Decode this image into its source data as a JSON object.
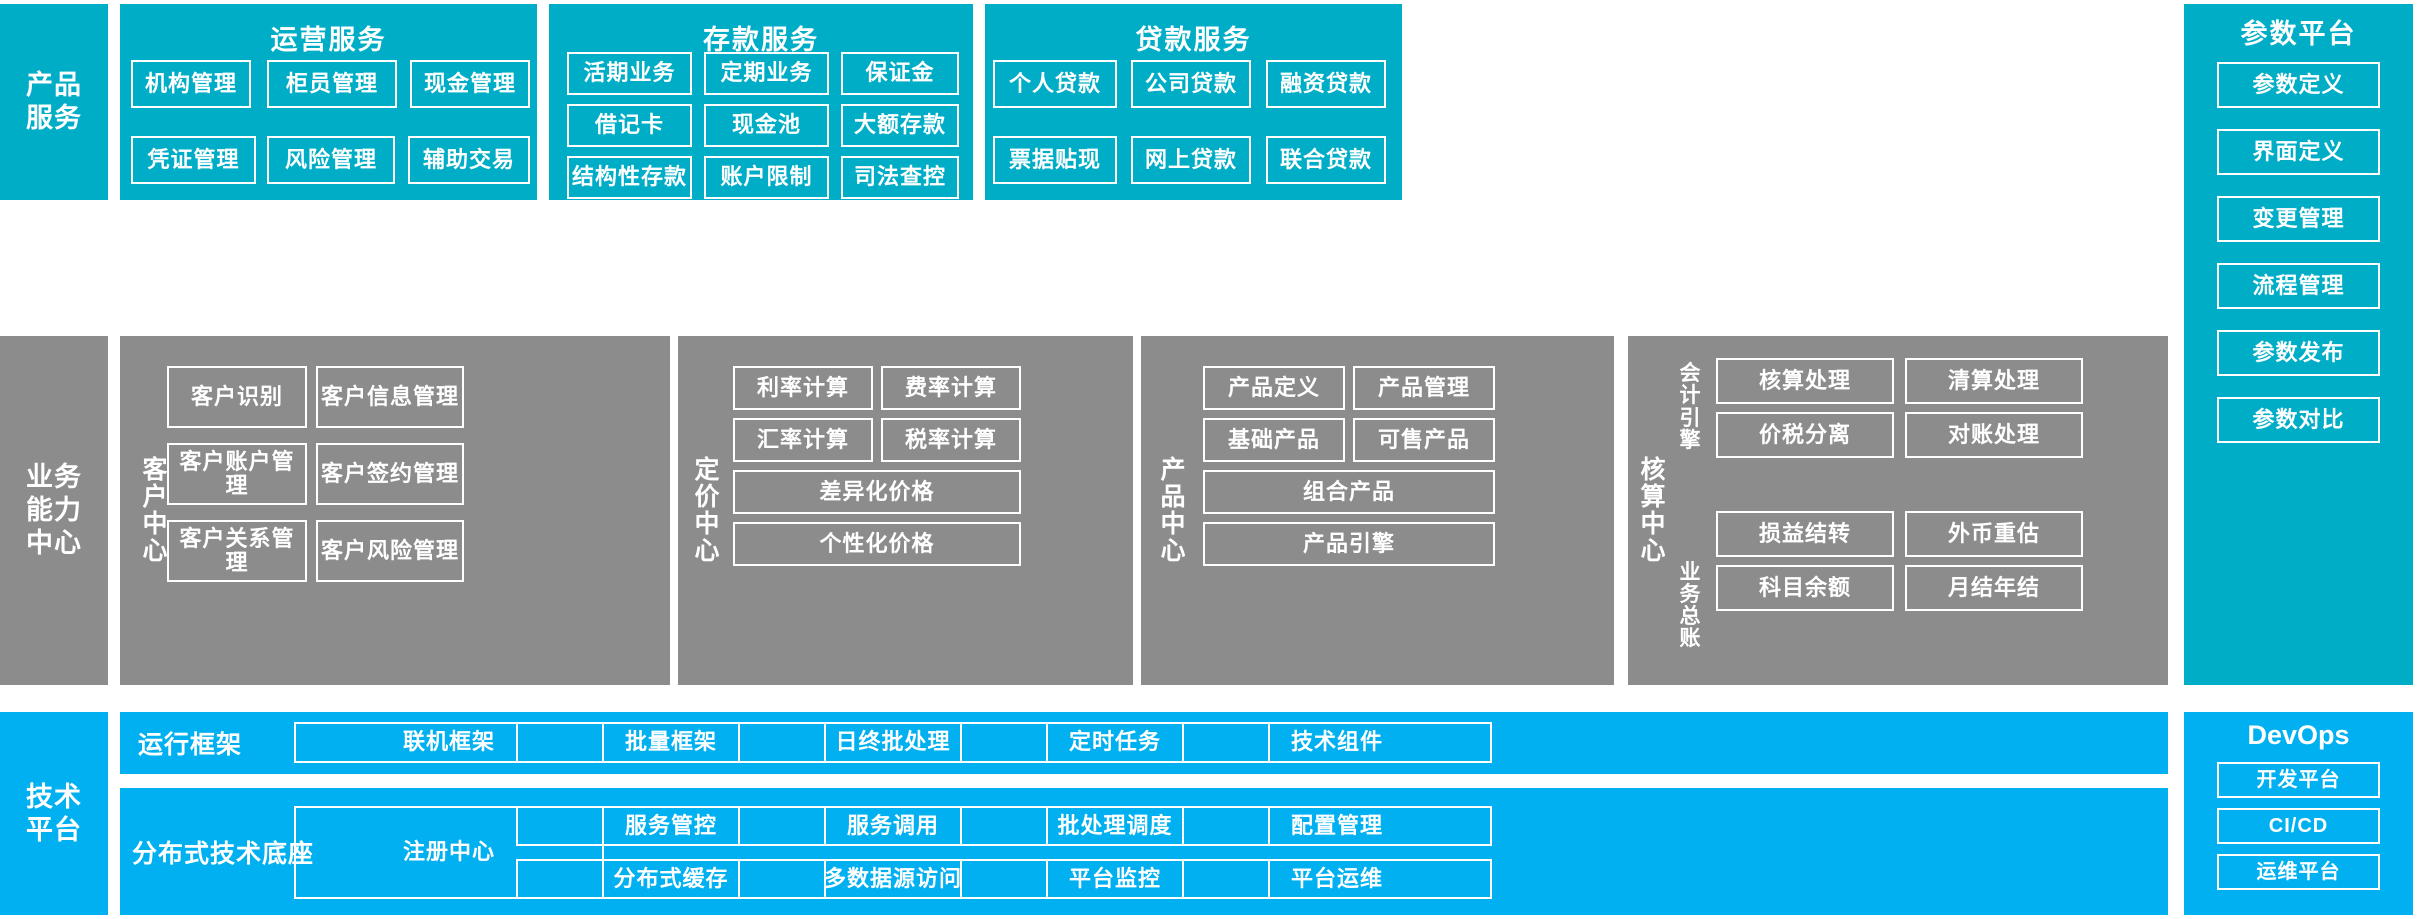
{
  "colors": {
    "product_service_teal": "#00ADC6",
    "capability_gray": "#8C8C8C",
    "tech_blue": "#00B0F0",
    "border_white": "#FFFFFF",
    "background": "#FFFFFF"
  },
  "rows": {
    "product_service": {
      "rail_label": "产品\n服务",
      "rail_line1": "产品",
      "rail_line2": "服务",
      "groups": [
        {
          "title": "运营服务",
          "items": [
            "机构管理",
            "柜员管理",
            "现金管理",
            "凭证管理",
            "风险管理",
            "辅助交易"
          ]
        },
        {
          "title": "存款服务",
          "items": [
            "活期业务",
            "定期业务",
            "保证金",
            "借记卡",
            "现金池",
            "大额存款",
            "结构性存款",
            "账户限制",
            "司法查控"
          ]
        },
        {
          "title": "贷款服务",
          "items": [
            "个人贷款",
            "公司贷款",
            "融资贷款",
            "票据贴现",
            "网上贷款",
            "联合贷款"
          ]
        }
      ],
      "side_panel": {
        "title": "参数平台",
        "items": [
          "参数定义",
          "界面定义",
          "变更管理",
          "流程管理",
          "参数发布",
          "参数对比"
        ]
      }
    },
    "business_capability": {
      "rail_line1": "业务",
      "rail_line2": "能力",
      "rail_line3": "中心",
      "centers": [
        {
          "name": "客户中心",
          "name_chars": [
            "客",
            "户",
            "中",
            "心"
          ],
          "items": [
            "客户识别",
            "客户信息管理",
            "客户账户管理",
            "客户签约管理",
            "客户关系管理",
            "客户风险管理"
          ]
        },
        {
          "name": "定价中心",
          "name_chars": [
            "定",
            "价",
            "中",
            "心"
          ],
          "items": [
            "利率计算",
            "费率计算",
            "汇率计算",
            "税率计算",
            "差异化价格",
            "个性化价格"
          ]
        },
        {
          "name": "产品中心",
          "name_chars": [
            "产",
            "品",
            "中",
            "心"
          ],
          "items": [
            "产品定义",
            "产品管理",
            "基础产品",
            "可售产品",
            "组合产品",
            "产品引擎"
          ]
        },
        {
          "name": "核算中心",
          "name_chars": [
            "核",
            "算",
            "中",
            "心"
          ],
          "subgroups": [
            {
              "name": "会计引擎",
              "name_chars": [
                "会",
                "计",
                "引",
                "擎"
              ],
              "items": [
                "核算处理",
                "清算处理",
                "价税分离",
                "对账处理"
              ]
            },
            {
              "name": "业务总账",
              "name_chars": [
                "业",
                "务",
                "总",
                "账"
              ],
              "items": [
                "损益结转",
                "外币重估",
                "科目余额",
                "月结年结"
              ]
            }
          ]
        }
      ]
    },
    "technical_platform": {
      "rail_line1": "技术",
      "rail_line2": "平台",
      "bands": [
        {
          "label": "运行框架",
          "items": [
            "联机框架",
            "批量框架",
            "日终批处理",
            "定时任务",
            "技术组件"
          ]
        },
        {
          "label": "分布式技术底座",
          "anchor": "注册中心",
          "items_row1": [
            "服务管控",
            "服务调用",
            "批处理调度",
            "配置管理"
          ],
          "items_row2": [
            "分布式缓存",
            "多数据源访问",
            "平台监控",
            "平台运维"
          ]
        }
      ],
      "side_panel": {
        "title": "DevOps",
        "items": [
          "开发平台",
          "CI/CD",
          "运维平台"
        ]
      }
    }
  }
}
